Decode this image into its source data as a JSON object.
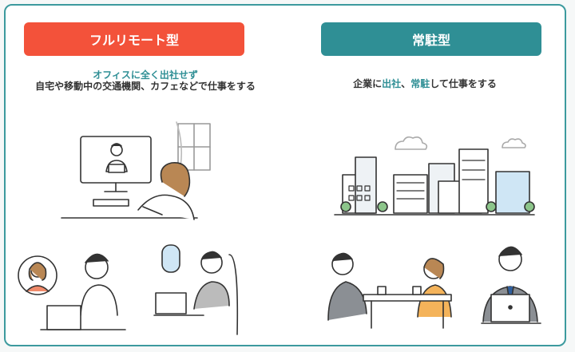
{
  "left": {
    "title": "フルリモート型",
    "subtitle": "オフィスに全く出社せず",
    "description": "自宅や移動中の交通機関、カフェなどで仕事をする"
  },
  "right": {
    "title": "常駐型",
    "desc_pre": "企業に",
    "desc_accent1": "出社",
    "desc_sep": "、",
    "desc_accent2": "常駐",
    "desc_post": "して仕事をする"
  },
  "colors": {
    "accent_red": "#f3523a",
    "accent_teal": "#2f8f95",
    "frame": "#3c9a9e"
  }
}
